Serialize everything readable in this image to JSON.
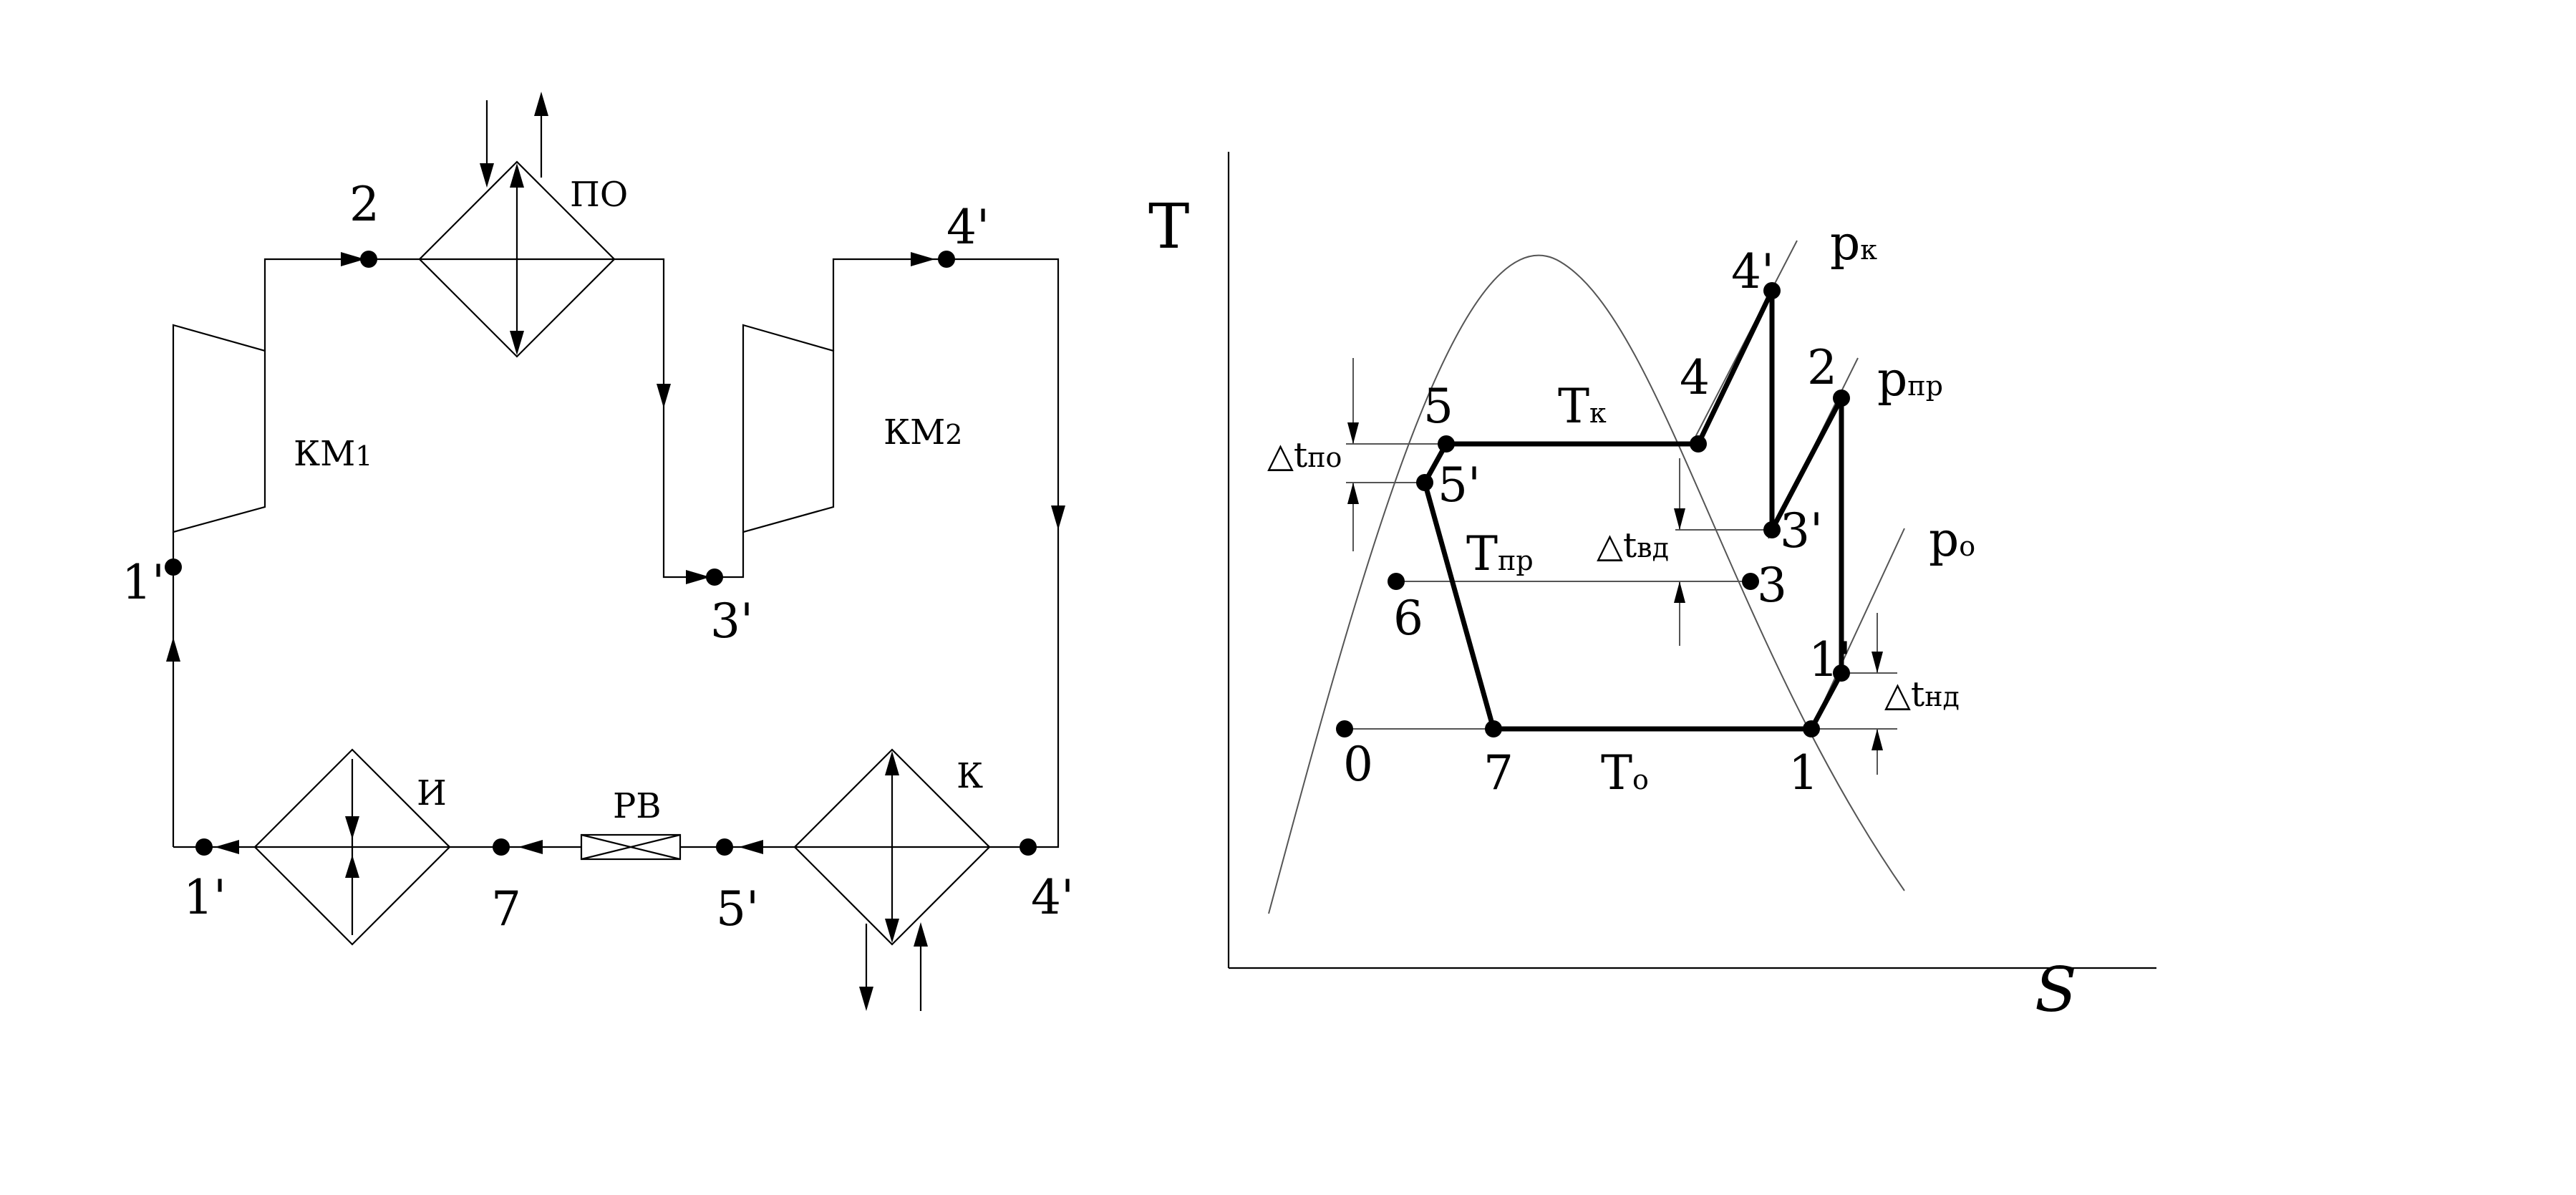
{
  "scheme": {
    "labels": {
      "p2": "2",
      "po": "ПО",
      "p4prime_top": "4'",
      "km1": "КМ",
      "km1_sub": "1",
      "km2": "КМ",
      "km2_sub": "2",
      "p1prime_left": "1'",
      "p3prime": "3'",
      "i": "И",
      "k": "К",
      "rv": "РВ",
      "p1prime_bottom": "1'",
      "p7": "7",
      "p5prime": "5'",
      "p4prime_bottom": "4'"
    }
  },
  "ts_diagram": {
    "axis_y": "T",
    "axis_x": "S",
    "points": {
      "p0": "0",
      "p1": "1",
      "p1prime": "1'",
      "p2": "2",
      "p3": "3",
      "p3prime": "3'",
      "p4": "4",
      "p4prime": "4'",
      "p5": "5",
      "p5prime": "5'",
      "p6": "6",
      "p7": "7"
    },
    "isobars": {
      "pk": "р",
      "pk_sub": "к",
      "ppr": "р",
      "ppr_sub": "пр",
      "po": "р",
      "po_sub": "о"
    },
    "temperatures": {
      "tk": "Т",
      "tk_sub": "к",
      "tpr": "Т",
      "tpr_sub": "пр",
      "to": "Т",
      "to_sub": "о"
    },
    "deltas": {
      "dtpo": "△t",
      "dtpo_sub": "по",
      "dtvd": "△t",
      "dtvd_sub": "вд",
      "dtnd": "△t",
      "dtnd_sub": "нд"
    }
  }
}
